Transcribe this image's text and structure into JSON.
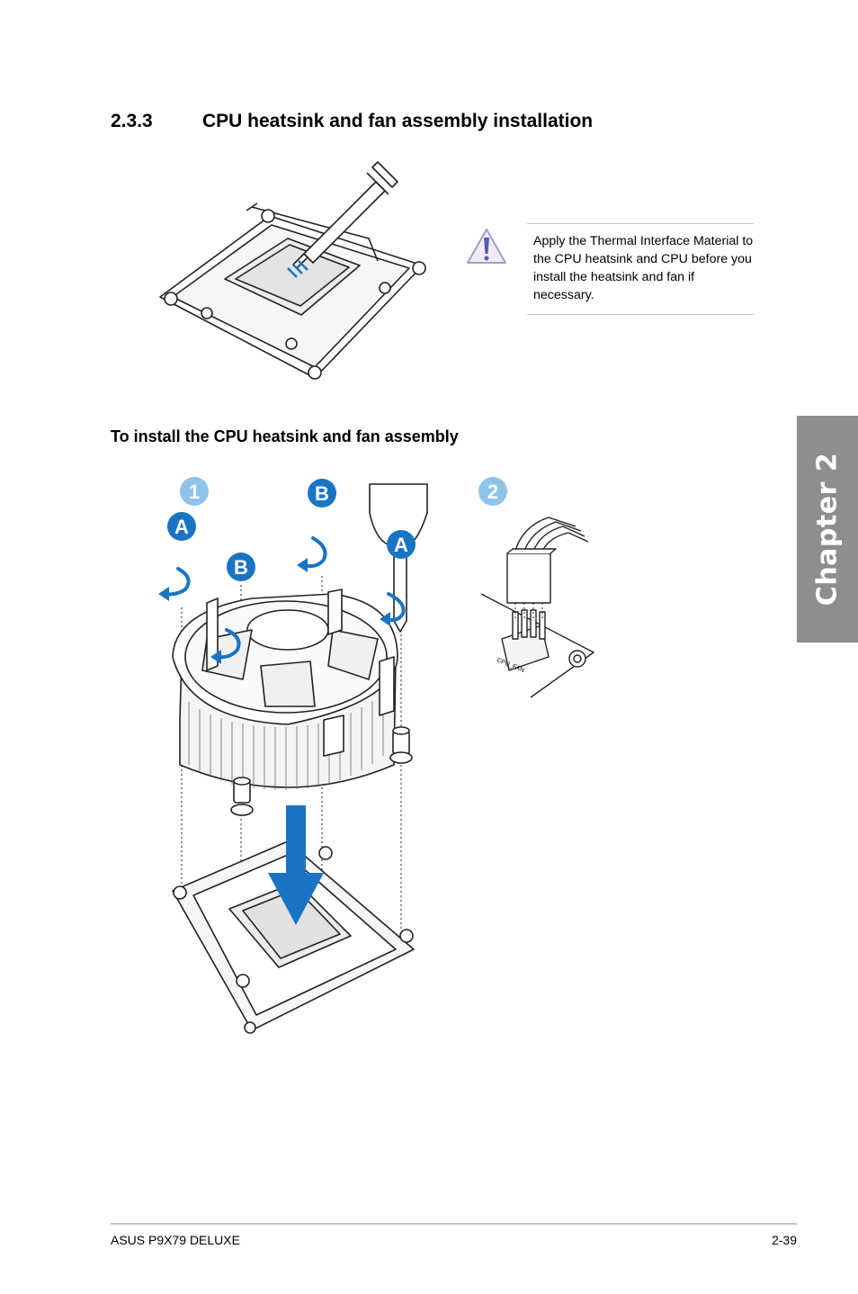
{
  "section": {
    "number": "2.3.3",
    "title": "CPU heatsink and fan assembly installation"
  },
  "note": {
    "icon": "caution-icon",
    "text": "Apply the Thermal Interface Material to the CPU heatsink and CPU before you install the heatsink and fan if necessary."
  },
  "procedure": {
    "heading": "To install the CPU heatsink and fan assembly"
  },
  "figure": {
    "step_labels": [
      "1",
      "2"
    ],
    "callout_labels": [
      "A",
      "B",
      "B",
      "A"
    ],
    "connector_label": "CPU_FAN",
    "accent_color": "#1a74c4",
    "step_badge_color": "#8fc3ea"
  },
  "chapter_tab": {
    "label": "Chapter 2",
    "color": "#8e8e8e"
  },
  "footer": {
    "product": "ASUS P9X79 DELUXE",
    "page": "2-39"
  }
}
